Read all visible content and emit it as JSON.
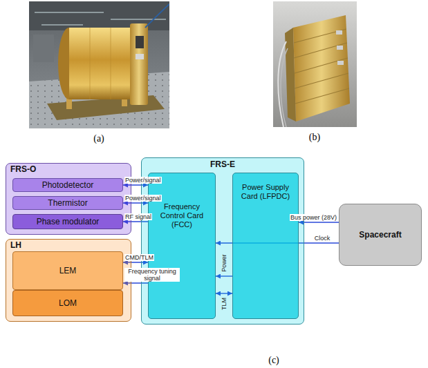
{
  "diagram": {
    "nodes": [
      {
        "text": [
          "FRS-O"
        ]
      },
      {
        "text": [
          "Photodetector"
        ],
        "in": 0
      },
      {
        "text": [
          "Thermistor"
        ],
        "in": 0
      },
      {
        "text": [
          "Phase modulator"
        ],
        "in": 0
      },
      {
        "text": [
          "FRS-E"
        ]
      },
      {
        "text": [
          "Frequency Control Card (FCC)"
        ],
        "in": 4
      },
      {
        "text": [
          "Power Supply Card (LFPDC)"
        ],
        "in": 4
      },
      {
        "text": [
          "Spacecraft"
        ]
      },
      {
        "text": [
          "LH"
        ]
      },
      {
        "text": [
          "LEM"
        ],
        "in": 8
      },
      {
        "text": [
          "LOM"
        ],
        "in": 8
      }
    ],
    "edges": [
      {
        "from": 1,
        "to": 5,
        "label": "Power/signal",
        "arrow": "both"
      },
      {
        "from": 2,
        "to": 5,
        "label": "Power/signal",
        "arrow": "both"
      },
      {
        "from": 5,
        "to": 3,
        "label": "RF signal",
        "arrow": "to"
      },
      {
        "from": 9,
        "to": 5,
        "label": "CMD/TLM",
        "arrow": "both"
      },
      {
        "from": 5,
        "to": 9,
        "label": "Frequency tuning signal",
        "arrow": "to"
      },
      {
        "from": 7,
        "to": 6,
        "label": "Bus power (28V)",
        "arrow": "to"
      },
      {
        "from": 7,
        "to": 5,
        "label": "Clock",
        "arrow": "to"
      },
      {
        "from": 6,
        "to": 5,
        "label": "Power",
        "arrow": "to"
      },
      {
        "from": 6,
        "to": 5,
        "label": "TLM",
        "arrow": "both"
      }
    ],
    "labels": [
      "(a)",
      "(b)",
      "(c)"
    ]
  }
}
